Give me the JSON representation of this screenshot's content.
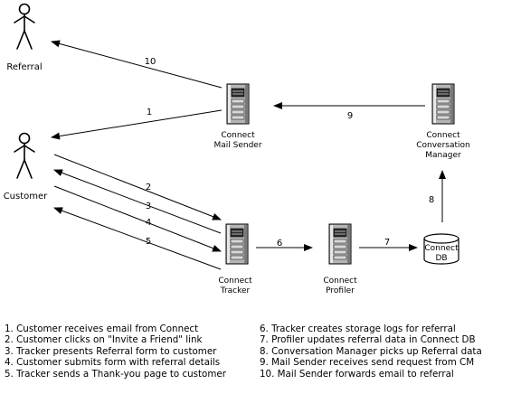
{
  "nodes": {
    "referral": {
      "label": "Referral"
    },
    "customer": {
      "label": "Customer"
    },
    "mail_sender": {
      "label_line1": "Connect",
      "label_line2": "Mail Sender"
    },
    "conversation_manager": {
      "label_line1": "Connect",
      "label_line2": "Conversation",
      "label_line3": "Manager"
    },
    "tracker": {
      "label_line1": "Connect",
      "label_line2": "Tracker"
    },
    "profiler": {
      "label_line1": "Connect",
      "label_line2": "Profiler"
    },
    "connect_db": {
      "label_line1": "Connect",
      "label_line2": "DB"
    }
  },
  "arrows": {
    "a1": "1",
    "a2": "2",
    "a3": "3",
    "a4": "4",
    "a5": "5",
    "a6": "6",
    "a7": "7",
    "a8": "8",
    "a9": "9",
    "a10": "10"
  },
  "legend": {
    "left": [
      "1. Customer receives email from Connect",
      "2. Customer clicks on \"Invite a Friend\" link",
      "3. Tracker presents Referral form to customer",
      "4. Customer submits form with referral details",
      "5. Tracker sends a Thank-you page to customer"
    ],
    "right": [
      "6. Tracker creates storage logs for referral",
      "7. Profiler updates referral data in Connect DB",
      "8. Conversation Manager picks up Referral data",
      "9. Mail Sender receives send request from CM",
      "10. Mail Sender forwards email to referral"
    ]
  }
}
